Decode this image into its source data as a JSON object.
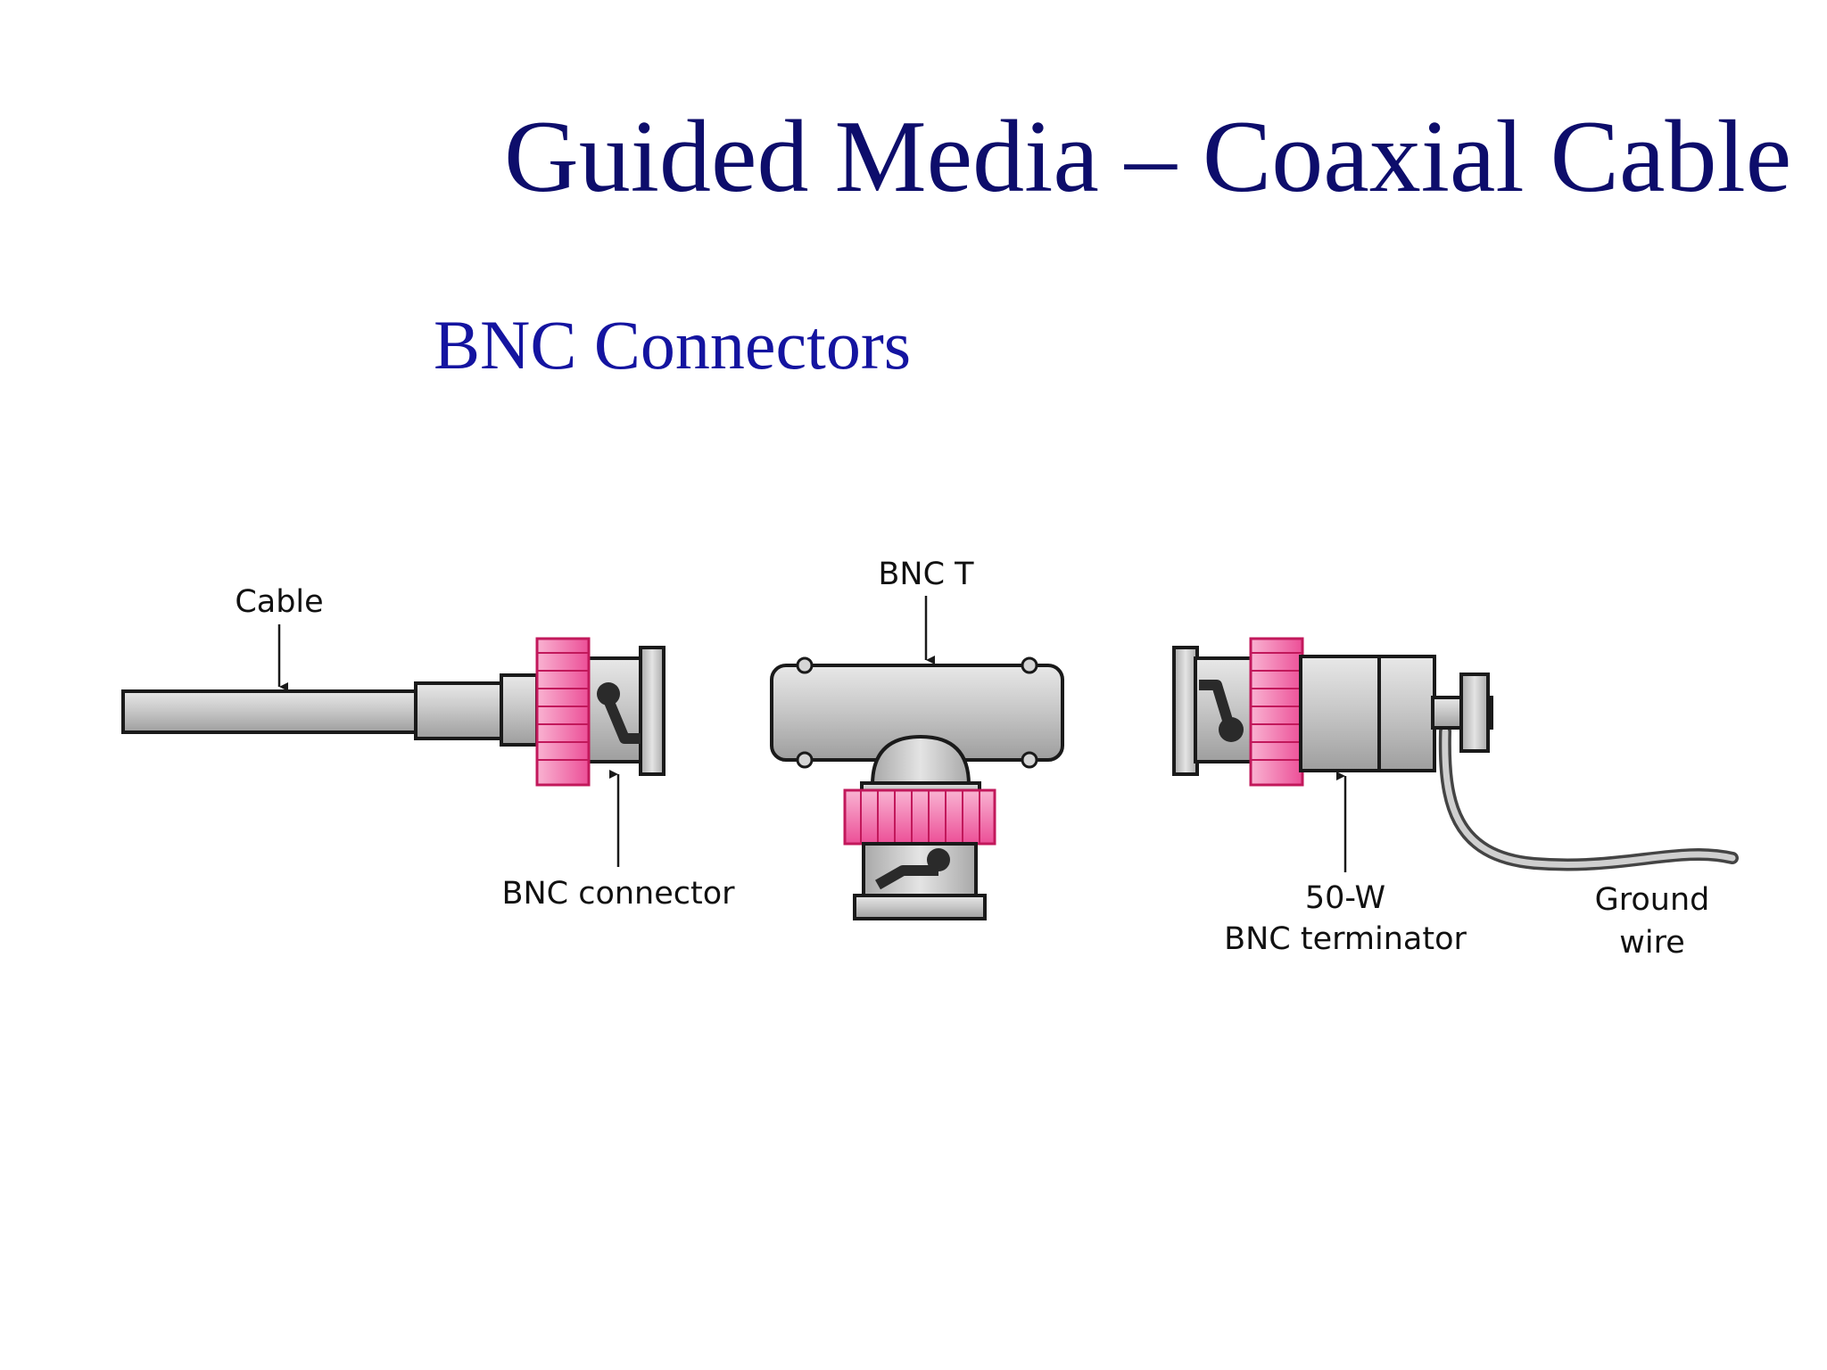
{
  "slide": {
    "title": "Guided Media – Coaxial Cable",
    "subtitle": "BNC Connectors"
  },
  "diagram": {
    "labels": {
      "cable": "Cable",
      "bnc_connector": "BNC connector",
      "bnc_t": "BNC T",
      "terminator_line1": "50-W",
      "terminator_line2": "BNC terminator",
      "ground_line1": "Ground",
      "ground_line2": "wire"
    }
  },
  "colors": {
    "title": "#0d0d6b",
    "subtitle": "#1414a0",
    "metal": "#c4c4c4",
    "collar_pink": "#f06aa8",
    "collar_pink_light": "#f9a8cc",
    "outline": "#1a1a1a"
  }
}
